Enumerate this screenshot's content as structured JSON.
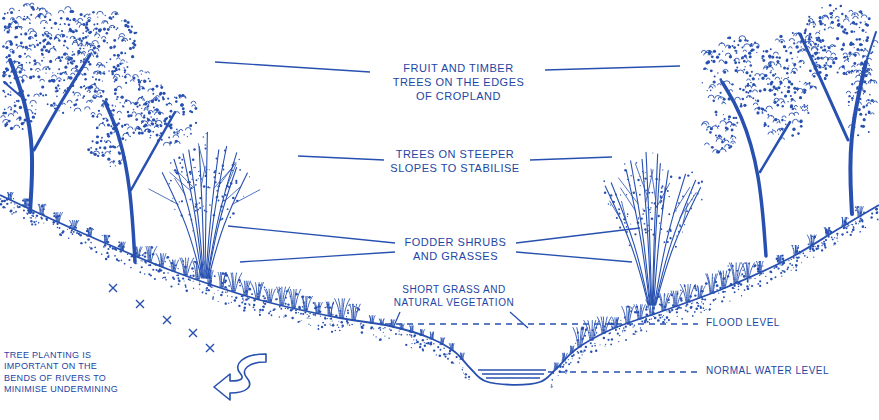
{
  "diagram": {
    "labels": [
      "FRUIT AND TIMBER TREES ON THE EDGES OF CROPLAND",
      "TREES ON STEEPER SLOPES TO STABILISE",
      "FODDER SHRUBS AND GRASSES",
      "SHORT GRASS AND NATURAL VEGETATION",
      "FLOOD LEVEL",
      "NORMAL WATER LEVEL",
      "TREE PLANTING IS IMPORTANT ON THE BENDS OF RIVERS TO MINIMISE UNDERMINING"
    ]
  }
}
